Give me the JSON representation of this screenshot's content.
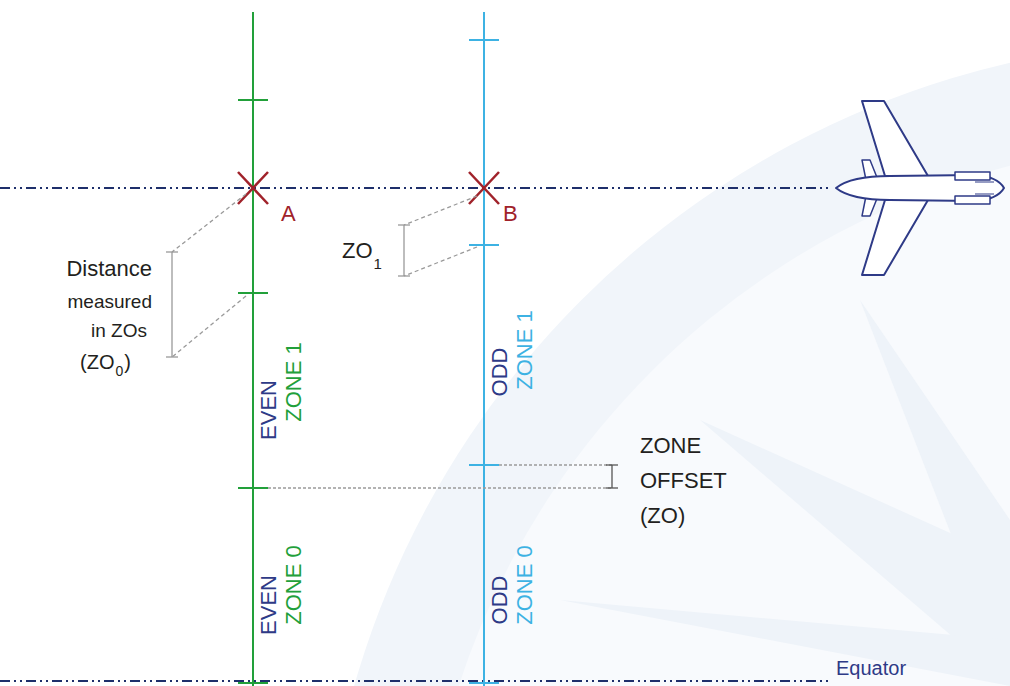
{
  "diagram": {
    "labels": [
      "A",
      "B",
      "ZO",
      "1",
      "Distance",
      "measured",
      "in ZOs",
      "(ZO",
      "0",
      ")",
      "EVEN",
      "ZONE 1",
      "EVEN",
      "ZONE 0",
      "ODD",
      "ZONE 1",
      "ODD",
      "ZONE 0",
      "ZONE OFFSET (ZO)",
      "Equator"
    ]
  }
}
